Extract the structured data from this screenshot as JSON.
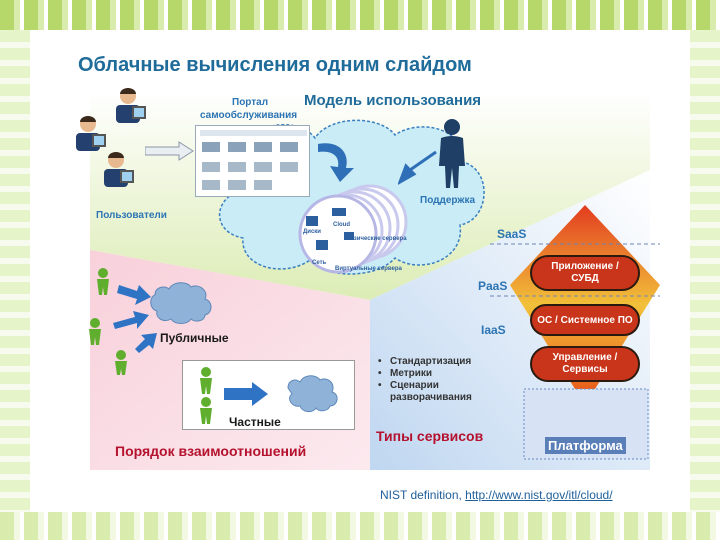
{
  "slide": {
    "title": "Облачные вычисления одним слайдом",
    "footer_text": "NIST definition, ",
    "footer_link": "http://www.nist.gov/itl/cloud/"
  },
  "usage_model": {
    "title": "Модель использования",
    "portal_label_line1": "Портал",
    "portal_label_line2": "самообслуживания",
    "users_label": "Пользователи",
    "support_label": "Поддержка",
    "stack_items": [
      "Cloud",
      "Диски",
      "Физические сервера",
      "Сеть",
      "Виртуальные сервера"
    ]
  },
  "relationship_model": {
    "title": "Порядок взаимоотношений",
    "public_label": "Публичные",
    "private_label": "Частные"
  },
  "service_types": {
    "title": "Типы сервисов",
    "bullets": [
      "Стандартизация",
      "Метрики",
      "Сценарии разворачивания"
    ],
    "layers": [
      {
        "tag": "SaaS",
        "box": "Приложение / СУБД"
      },
      {
        "tag": "PaaS",
        "box": "ОС / Системное ПО"
      },
      {
        "tag": "IaaS",
        "box": "Управление / Сервисы"
      }
    ],
    "platform_label": "Платформа"
  },
  "colors": {
    "title": "#1f6b9a",
    "cloud": "#c9ecf7",
    "green_sector": "#e6f2c8",
    "pink_sector": "#f8d8e0",
    "blue_sector": "#cfe0f5",
    "layer_box": "#c8351a"
  }
}
